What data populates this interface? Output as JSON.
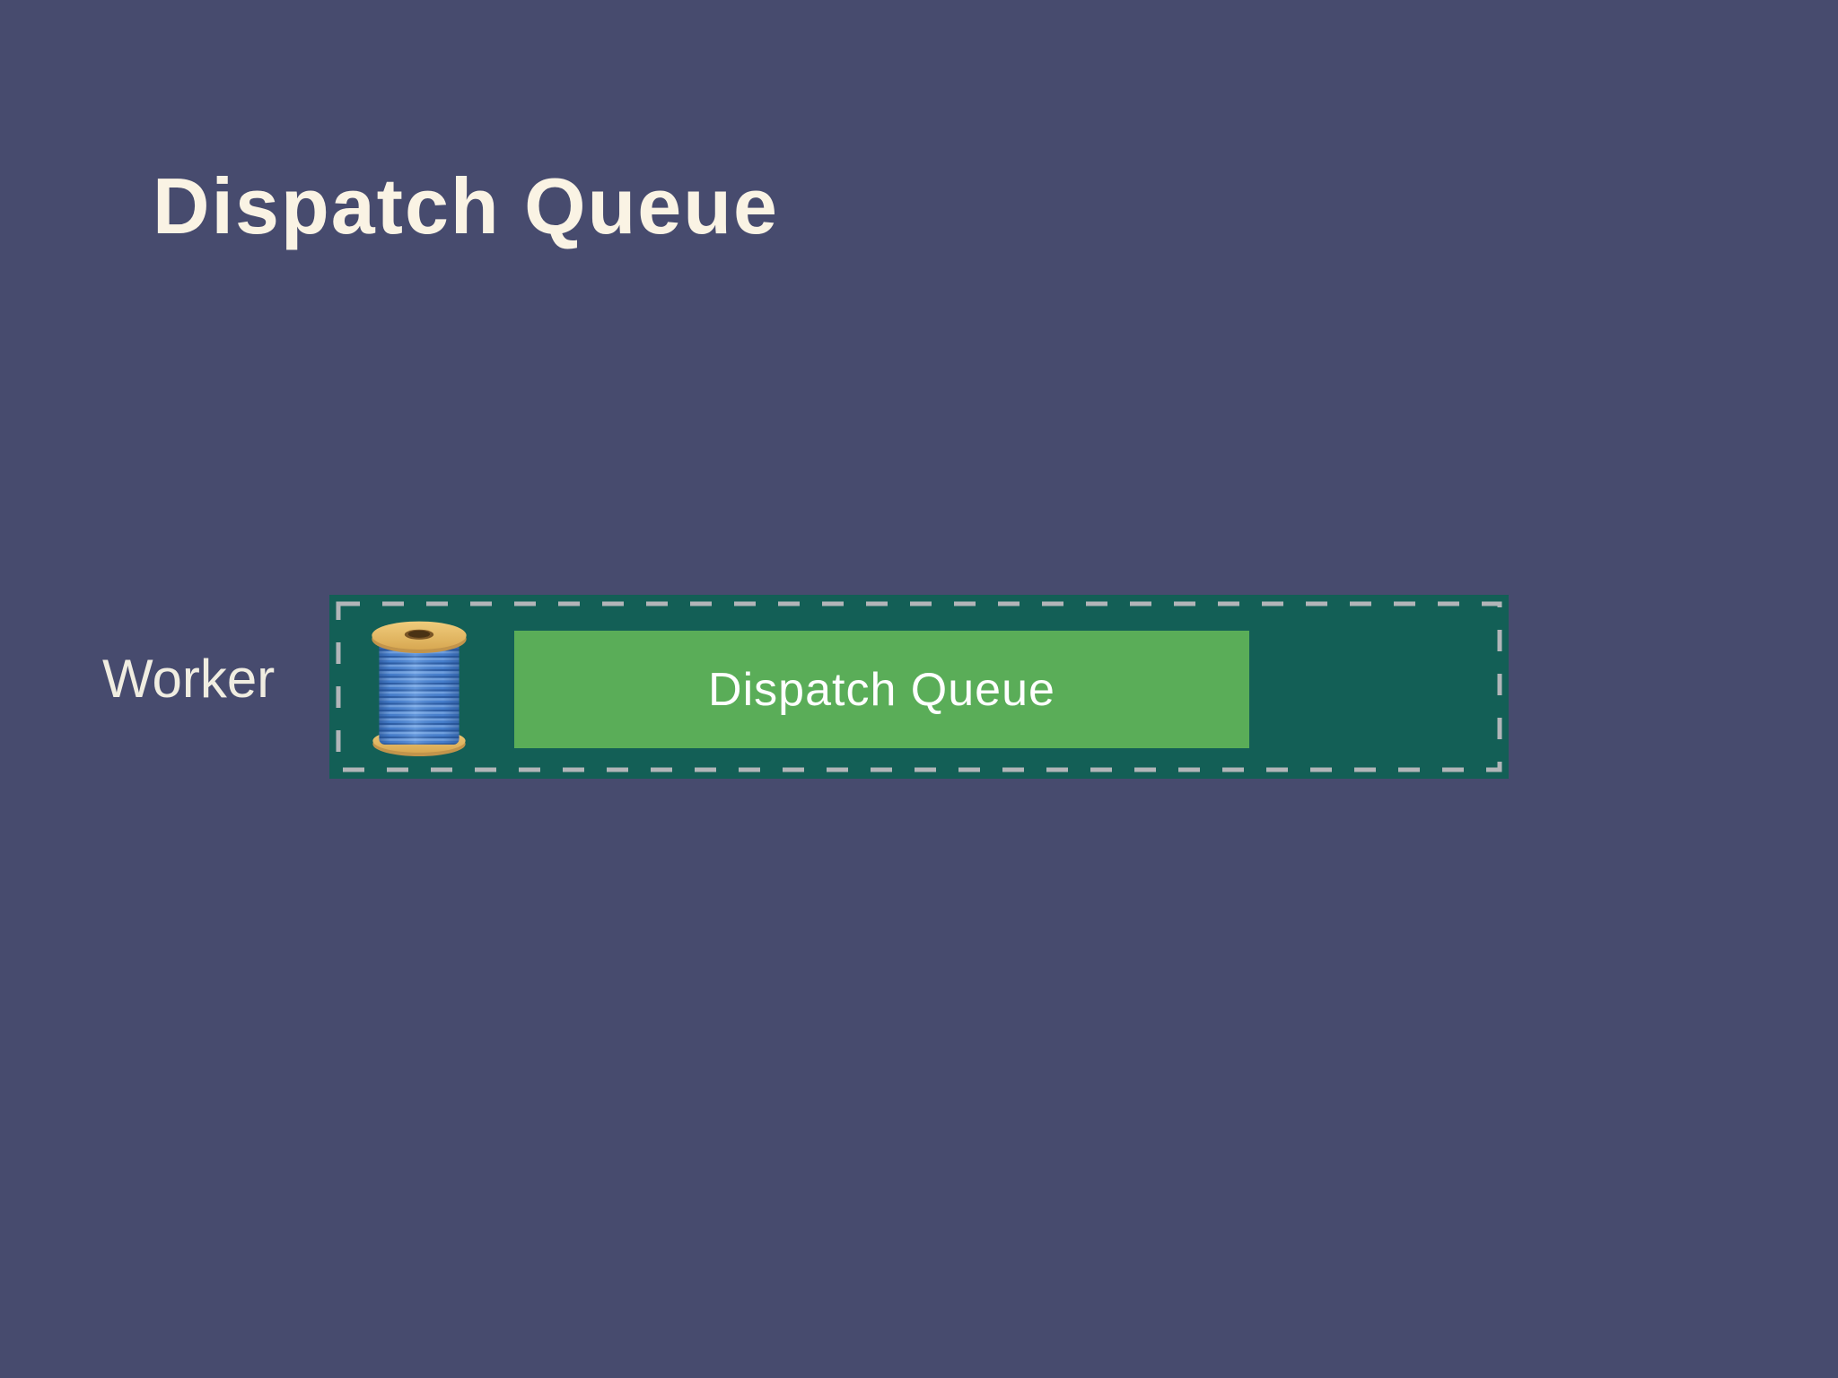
{
  "slide": {
    "title": "Dispatch Queue"
  },
  "worker_row": {
    "label": "Worker"
  },
  "dispatch_queue": {
    "bar_label": "Dispatch Queue",
    "icon": "thread-spool"
  },
  "colors": {
    "background": "#474B6E",
    "title-text": "#FAF3E4",
    "worker-text": "#F0EDE1",
    "queue-container": "#135F56",
    "queue-border": "#B2B5B8",
    "queue-bar": "#5AAD58",
    "queue-bar-text": "#FFFFFF"
  }
}
